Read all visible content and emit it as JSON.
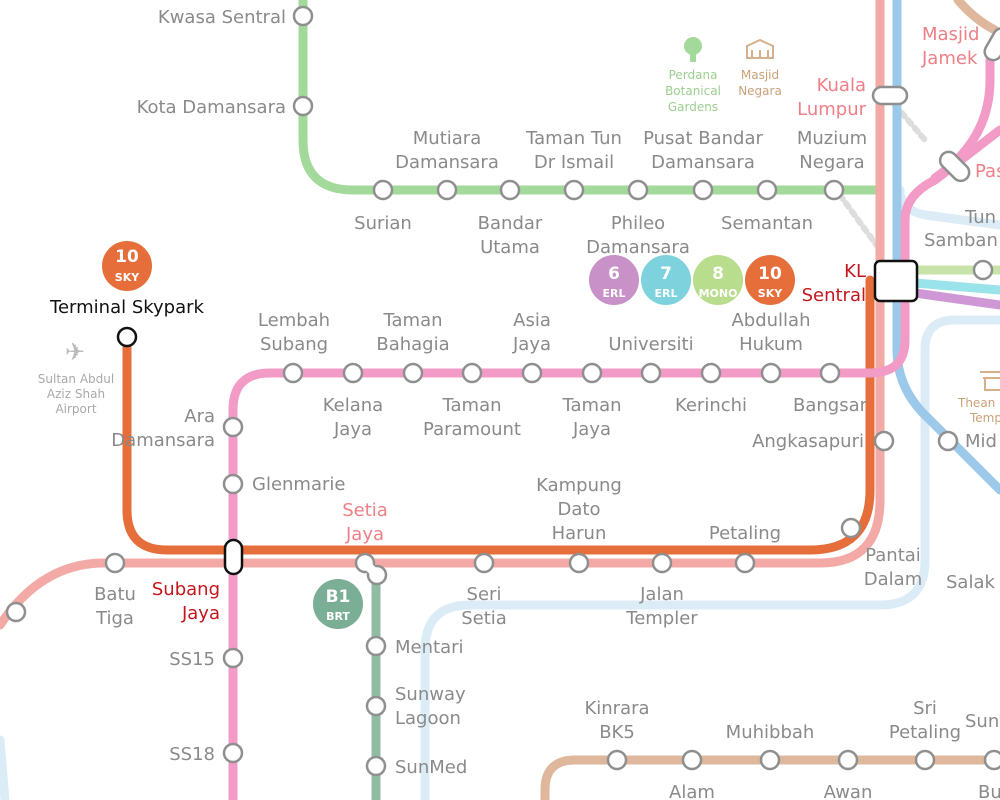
{
  "colors": {
    "green": "#a3d99a",
    "pink": "#f29bc6",
    "orange": "#e56e3a",
    "salmon": "#f3a9a6",
    "sage": "#91bca4",
    "lightblue": "#dcecf7",
    "blue": "#9cc9ea",
    "tan": "#dfb79c",
    "lilac": "#cf97d6",
    "lime": "#c8e3a7"
  },
  "badges": [
    {
      "num": "10",
      "code": "SKY",
      "color": "#e56e3a"
    },
    {
      "num": "6",
      "code": "ERL",
      "color": "#c892c9"
    },
    {
      "num": "7",
      "code": "ERL",
      "color": "#7ed2dd"
    },
    {
      "num": "8",
      "code": "MONO",
      "color": "#b8dd8c"
    },
    {
      "num": "10",
      "code": "SKY",
      "color": "#e56e3a"
    },
    {
      "num": "B1",
      "code": "BRT",
      "color": "#7aae95"
    }
  ],
  "stations": {
    "kwasa_sentral": "Kwasa Sentral",
    "kota_damansara": "Kota Damansara",
    "mutiara": [
      "Mutiara",
      "Damansara"
    ],
    "taman_tun": [
      "Taman Tun",
      "Dr Ismail"
    ],
    "pusat_bandar": [
      "Pusat Bandar",
      "Damansara"
    ],
    "muzium": [
      "Muzium",
      "Negara"
    ],
    "surian": "Surian",
    "bandar_utama": [
      "Bandar",
      "Utama"
    ],
    "phileo": [
      "Phileo",
      "Damansara"
    ],
    "semantan": "Semantan",
    "kuala_lumpur": [
      "Kuala",
      "Lumpur"
    ],
    "masjid_jamek": [
      "Masjid",
      "Jamek"
    ],
    "pasar": "Pas",
    "tun": "Tun",
    "sambanthan": "Samban",
    "kl_sentral": [
      "KL",
      "Sentral"
    ],
    "terminal_skypark": "Terminal Skypark",
    "lembah_subang": [
      "Lembah",
      "Subang"
    ],
    "taman_bahagia": [
      "Taman",
      "Bahagia"
    ],
    "asia_jaya": [
      "Asia",
      "Jaya"
    ],
    "universiti": "Universiti",
    "abdullah_hukum": [
      "Abdullah",
      "Hukum"
    ],
    "kelana_jaya": [
      "Kelana",
      "Jaya"
    ],
    "taman_paramount": [
      "Taman",
      "Paramount"
    ],
    "taman_jaya": [
      "Taman",
      "Jaya"
    ],
    "kerinchi": "Kerinchi",
    "bangsar": "Bangsar",
    "ara_damansara": [
      "Ara",
      "Damansara"
    ],
    "glenmarie": "Glenmarie",
    "angkasapuri": "Angkasapuri",
    "mid_valley": "Mid",
    "setia_jaya": [
      "Setia",
      "Jaya"
    ],
    "kampung_dato_harun": [
      "Kampung",
      "Dato",
      "Harun"
    ],
    "petaling": "Petaling",
    "pantai_dalam": [
      "Pantai",
      "Dalam"
    ],
    "salak": "Salak",
    "batu_tiga": [
      "Batu",
      "Tiga"
    ],
    "subang_jaya": [
      "Subang",
      "Jaya"
    ],
    "seri_setia": [
      "Seri",
      "Setia"
    ],
    "jalan_templer": [
      "Jalan",
      "Templer"
    ],
    "ss15": "SS15",
    "ss18": "SS18",
    "mentari": "Mentari",
    "sunway_lagoon": [
      "Sunway",
      "Lagoon"
    ],
    "sunmed": "SunMed",
    "kinrara": [
      "Kinrara",
      "BK5"
    ],
    "muhibbah": "Muhibbah",
    "sri_petaling": [
      "Sri",
      "Petaling"
    ],
    "sun": "Sun",
    "alam": "Alam",
    "awan": "Awan",
    "bu": "Bu"
  },
  "pois": {
    "airport": [
      "Sultan Abdul",
      "Aziz Shah",
      "Airport"
    ],
    "perdana": [
      "Perdana",
      "Botanical",
      "Gardens"
    ],
    "masjid_negara": [
      "Masjid",
      "Negara"
    ],
    "thean_hou": [
      "Thean",
      "Temp"
    ]
  }
}
